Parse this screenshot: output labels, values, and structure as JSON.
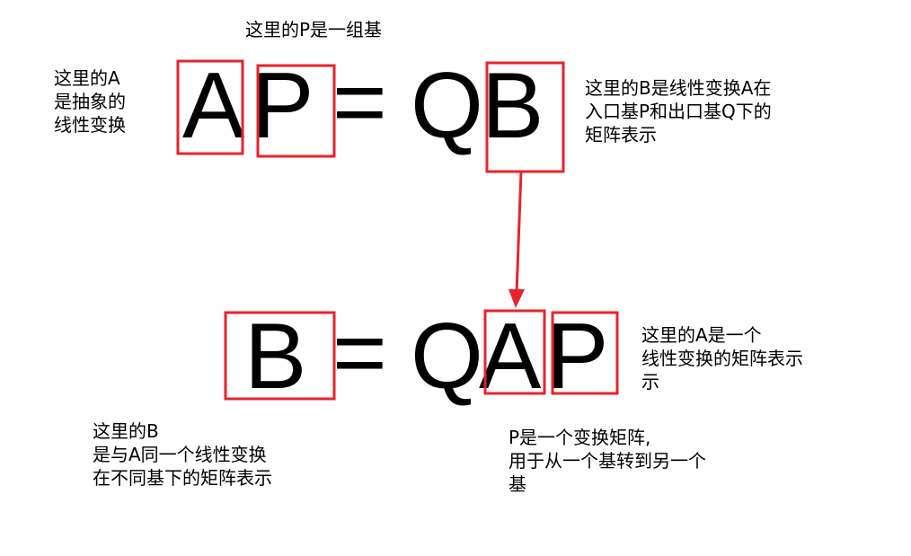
{
  "notes": {
    "top_center": "这里的P是一组基",
    "left_top": [
      "这里的A",
      "是抽象的",
      "线性变换"
    ],
    "right_top": [
      "这里的B是线性变换A在",
      "入口基P和出口基Q下的",
      "矩阵表示"
    ],
    "right_bottom": [
      "这里的A是一个",
      "线性变换的矩阵表示",
      "示"
    ],
    "left_bottom": [
      "这里的B",
      "是与A同一个线性变换",
      "在不同基下的矩阵表示"
    ],
    "bottom_center": [
      "P是一个变换矩阵,",
      "用于从一个基转到另一个",
      "基"
    ]
  },
  "equation1": {
    "A": "A",
    "P": "P",
    "eq": "=",
    "Q": "Q",
    "B": "B"
  },
  "equation2": {
    "B": "B",
    "eq": "=",
    "Q": "Q",
    "A": "A",
    "P": "P"
  },
  "colors": {
    "highlight": "#e8232b",
    "text": "#000000"
  }
}
